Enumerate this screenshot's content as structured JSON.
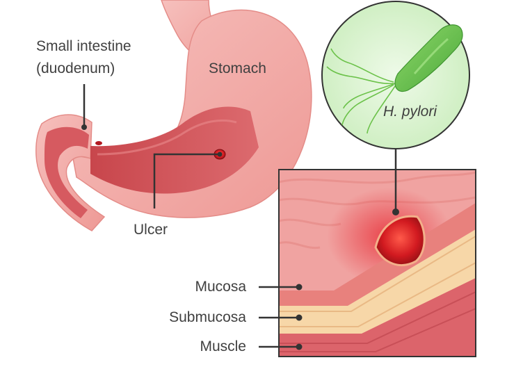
{
  "labels": {
    "small_intestine_line1": "Small intestine",
    "small_intestine_line2": "(duodenum)",
    "stomach": "Stomach",
    "ulcer": "Ulcer",
    "h_pylori": "H. pylori",
    "mucosa": "Mucosa",
    "submucosa": "Submucosa",
    "muscle": "Muscle"
  },
  "colors": {
    "stomach_outer": "#f2a9a6",
    "stomach_inner": "#d45a5f",
    "ulcer_red": "#c8161e",
    "mucosa": "#e7847f",
    "submucosa": "#f6d6a6",
    "muscle": "#d96068",
    "bacterium_green": "#6cc24a",
    "lens_bg": "#dcf3d2",
    "leader_line": "#333333",
    "text": "#404040"
  }
}
